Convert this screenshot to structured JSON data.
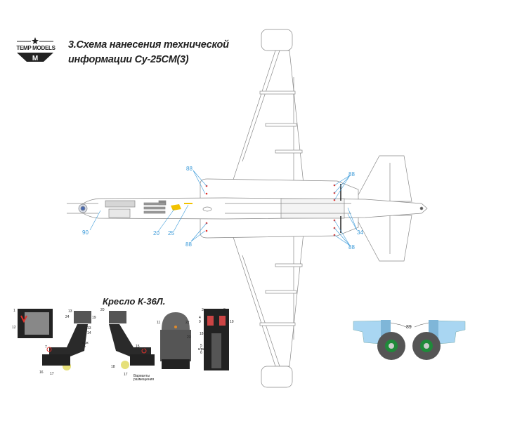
{
  "logo": {
    "text": "TEMP MODELS",
    "letter": "M"
  },
  "title": {
    "line1": "3.Схема нанесения технической",
    "line2": "информации Су-25СМ(3)"
  },
  "seat": {
    "title": "Кресло К-36Л.",
    "labels": [
      "1",
      "2",
      "12",
      "13",
      "24",
      "19",
      "13",
      "14",
      "6",
      "к/рк",
      "5",
      "7",
      "16",
      "17",
      "20",
      "15",
      "8",
      "18",
      "17",
      "Варианты",
      "размещения",
      "11",
      "22",
      "23",
      "3",
      "3",
      "4",
      "9",
      "10",
      "18",
      "5",
      "к/рк",
      "6"
    ]
  },
  "callouts": {
    "c90": "90",
    "c20": "20",
    "c25": "25",
    "c88_top_left": "88",
    "c88_bottom_left": "88",
    "c88_top_right": "88",
    "c88_bottom_right": "88",
    "c34": "34",
    "c89": "89"
  },
  "colors": {
    "callout": "#3a9ad9",
    "gear_bay": "#a9d6f2",
    "wheel_hub": "#1f8a3a",
    "marking_red": "#e0302a",
    "marking_yellow": "#f2c200"
  }
}
